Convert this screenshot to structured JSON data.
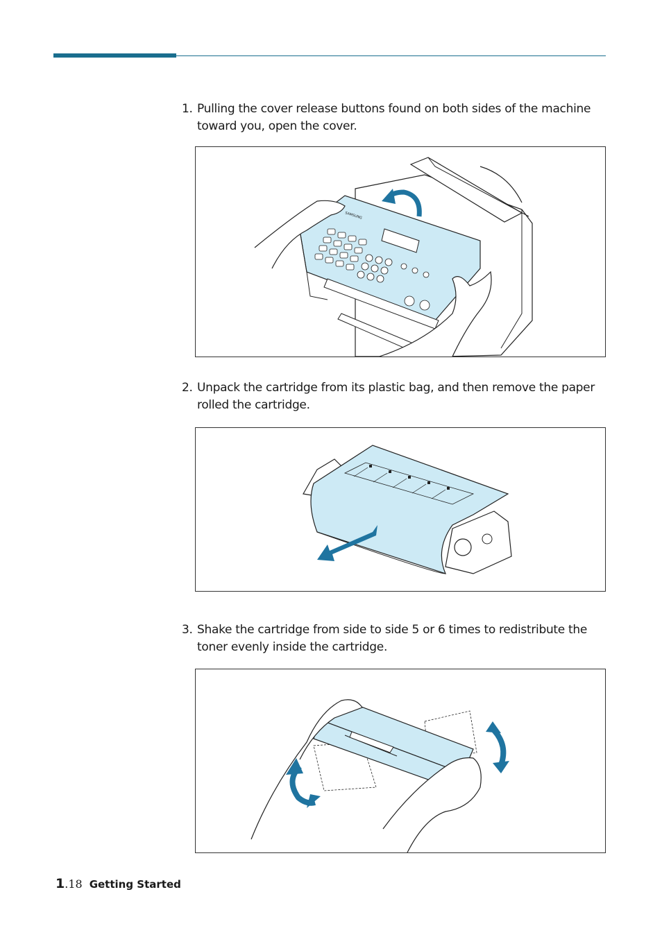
{
  "steps": [
    {
      "num": "1.",
      "text": "Pulling the cover release buttons found on both sides of the machine toward you, open the cover."
    },
    {
      "num": "2.",
      "text": "Unpack the cartridge from its plastic bag, and then remove the paper rolled the cartridge."
    },
    {
      "num": "3.",
      "text": "Shake the cartridge from side to side 5 or 6 times to redistribute the toner evenly inside the cartridge."
    }
  ],
  "figures": {
    "fig1_brand": "SAMSUNG"
  },
  "footer": {
    "chapter": "1",
    "page": ".18",
    "section": "Getting Started"
  },
  "colors": {
    "accent": "#1a6e8e",
    "illustration_fill": "#cdeaf5",
    "arrow": "#1f74a0"
  }
}
